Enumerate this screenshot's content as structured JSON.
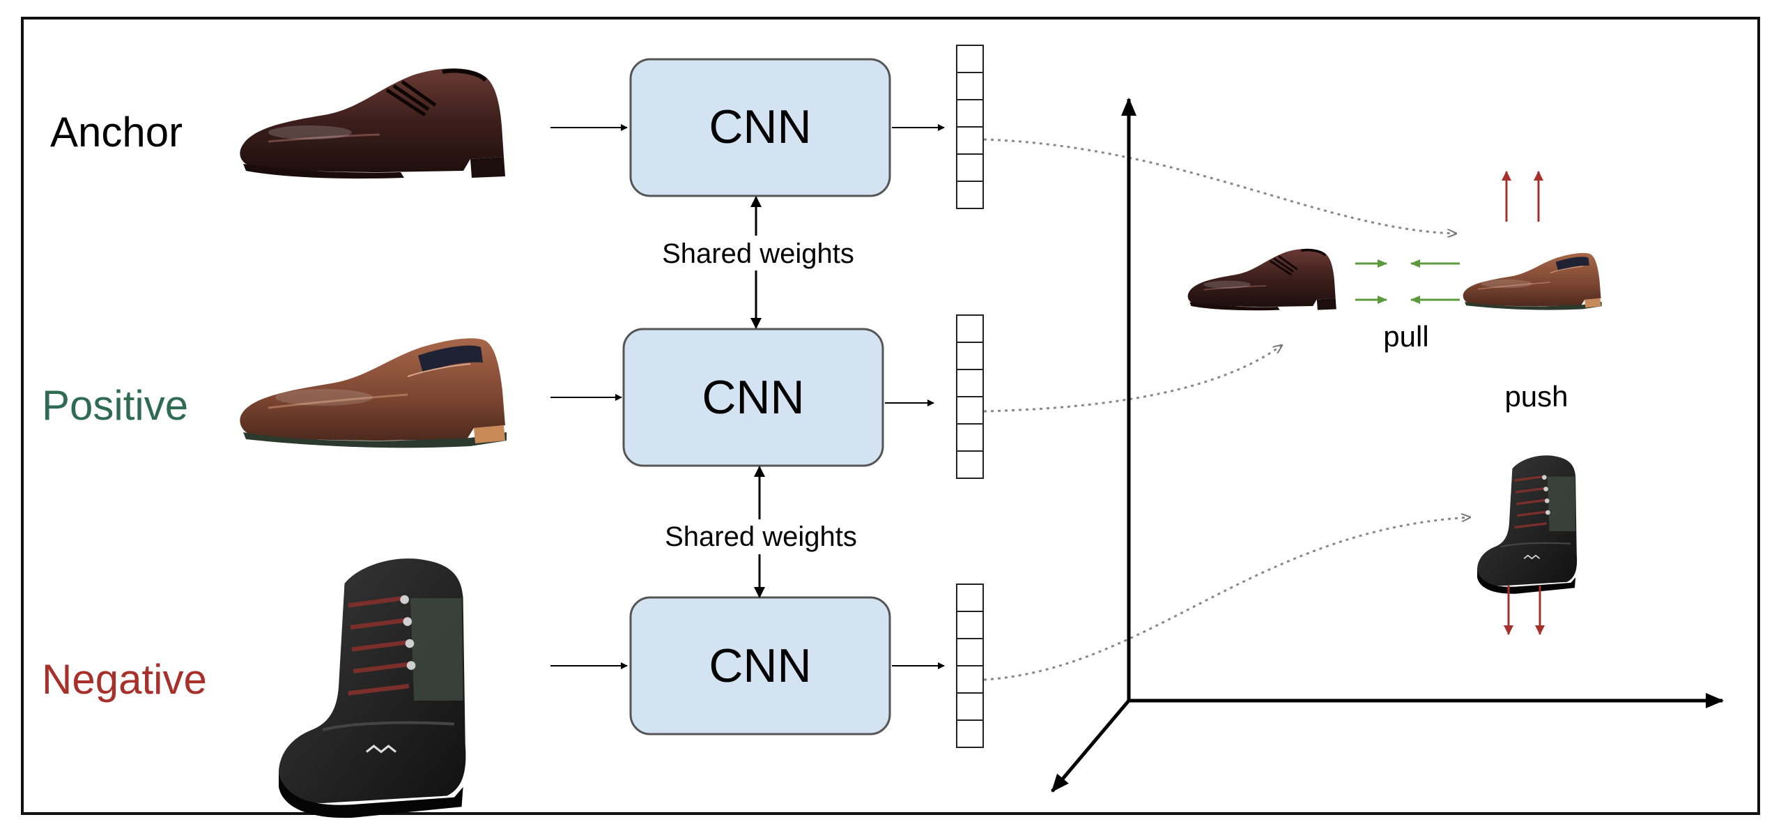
{
  "rows": [
    {
      "label": "Anchor",
      "label_color": "#000000",
      "network_label": "CNN"
    },
    {
      "label": "Positive",
      "label_color": "#2f6b52",
      "network_label": "CNN"
    },
    {
      "label": "Negative",
      "label_color": "#a8302b",
      "network_label": "CNN"
    }
  ],
  "shared_weights": [
    "Shared weights",
    "Shared weights"
  ],
  "embedding_space": {
    "pull_label": "pull",
    "push_label": "push"
  },
  "colors": {
    "cnn_fill": "#d3e3f1",
    "pull_arrow": "#5c9a3c",
    "push_arrow": "#a8302b",
    "positive_text": "#2f6b52",
    "negative_text": "#a8302b"
  },
  "icons": [
    "dress-shoe-icon",
    "loafer-shoe-icon",
    "hiking-boot-icon"
  ]
}
